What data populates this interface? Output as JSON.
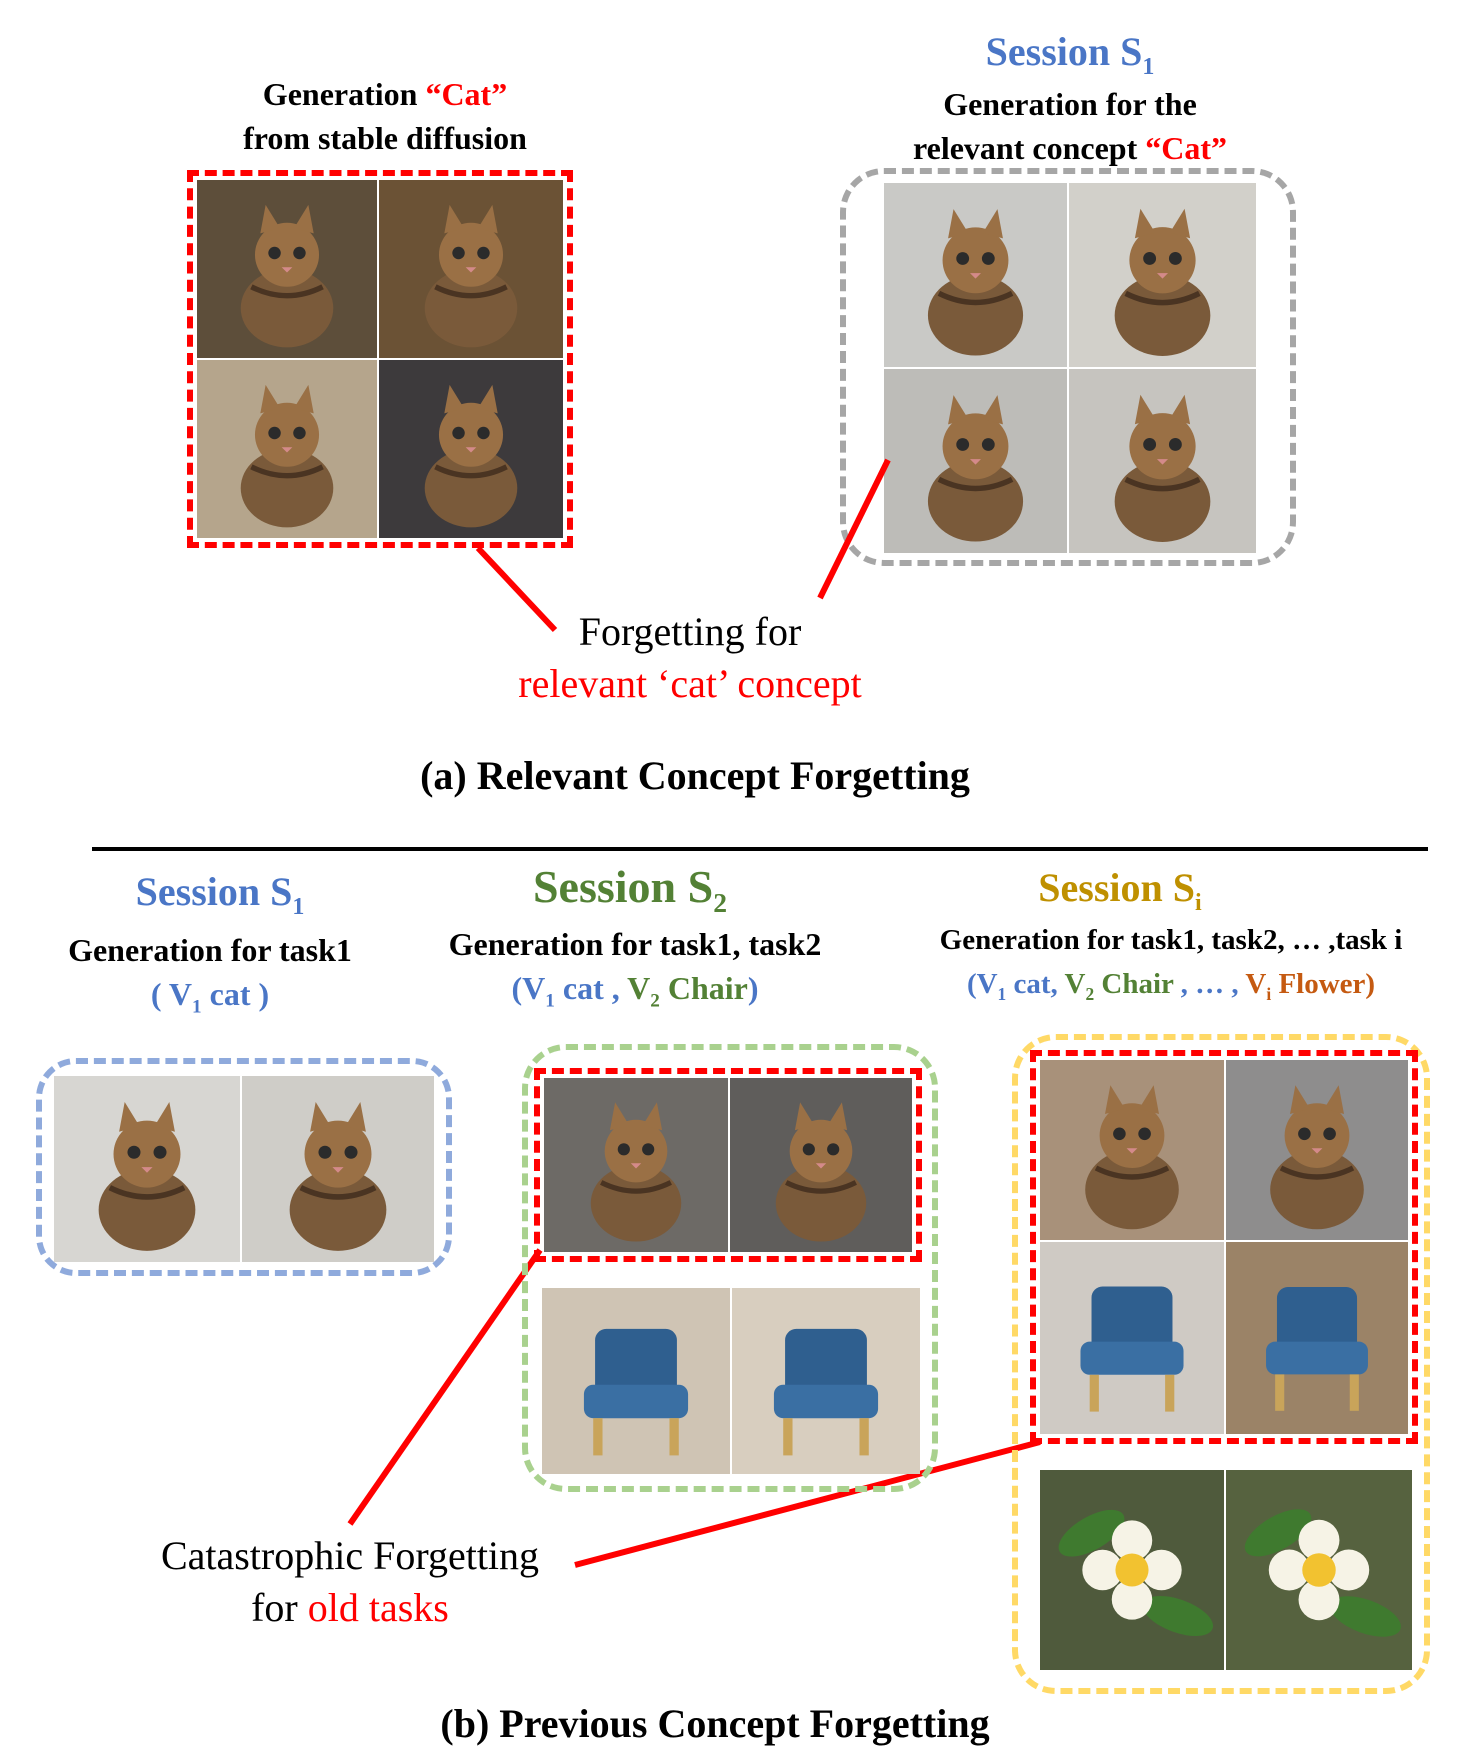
{
  "panel_a": {
    "left_title_1": "Generation ",
    "left_title_quote": "“Cat”",
    "left_title_2": "from stable diffusion",
    "session_prefix": "Session S",
    "session_sub": "1",
    "right_line_1": "Generation for the",
    "right_line_2": "relevant concept ",
    "right_quote": "“Cat”",
    "annot_line_1": "Forgetting for",
    "annot_line_2": "relevant ‘cat’ concept",
    "caption": "(a) Relevant Concept Forgetting"
  },
  "panel_b": {
    "s1": {
      "prefix": "Session S",
      "sub": "1",
      "line": "Generation for task1",
      "cat_open": "( V",
      "cat_sub": "1",
      "cat_rest": " cat )"
    },
    "s2": {
      "prefix": "Session S",
      "sub": "2",
      "line": "Generation for task1, task2",
      "open": "(V",
      "cat_sub": "1",
      "cat_rest": " cat ,  ",
      "chair_v": "V",
      "chair_sub": "2",
      "chair_rest": " Chair",
      "close": ")"
    },
    "si": {
      "prefix": "Session S",
      "sub": "i",
      "line": "Generation for task1, task2, … ,task i",
      "open": "(V",
      "cat_sub": "1",
      "cat_rest": " cat, ",
      "chair_v": "V",
      "chair_sub": "2",
      "chair_rest": " Chair",
      "mid": " , … , ",
      "flower_v": "V",
      "flower_sub": "i",
      "flower_rest": " Flower)"
    },
    "annot_line_1": "Catastrophic Forgetting",
    "annot_line_2a": "for ",
    "annot_line_2b": "old tasks",
    "caption": "(b) Previous Concept Forgetting"
  },
  "colors": {
    "red": "#ff0000",
    "blue": "#4a76c6",
    "green": "#538135",
    "gold": "#bf9000",
    "orange": "#c55a11",
    "gray_frame": "#a6a6a6",
    "blue_frame": "#8faadc",
    "green_frame": "#a9d18e",
    "yellow_frame": "#ffd966"
  },
  "images": {
    "panel_a_left": [
      "tuxedo-cat-photo",
      "calico-cat-photo",
      "tabby-cat-photo",
      "gray-cat-photo"
    ],
    "panel_a_right": [
      "kitten-photo",
      "kitten-photo",
      "kitten-photo",
      "kitten-photo"
    ],
    "s1": [
      "kitten-photo",
      "kitten-photo"
    ],
    "s2": [
      "kitten-photo",
      "kitten-photo",
      "blue-armchair-photo",
      "blue-armchair-photo"
    ],
    "si": [
      "calico-kitten-photo",
      "calico-kitten-photo",
      "black-chair-photo",
      "white-chair-photo",
      "white-flower-photo",
      "white-flower-photo"
    ]
  }
}
